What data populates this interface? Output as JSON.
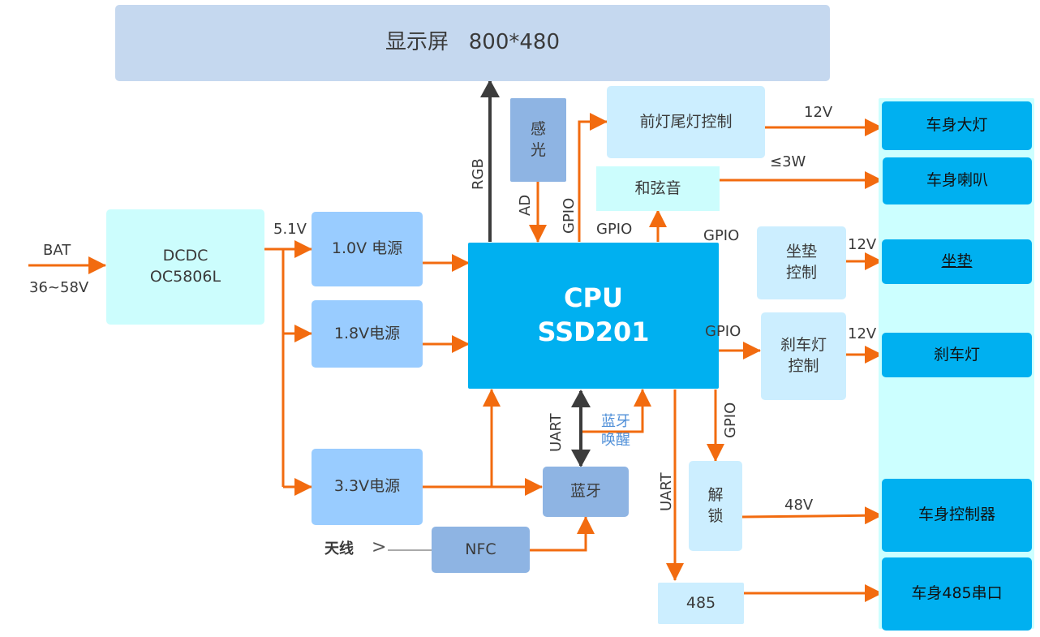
{
  "diagram": {
    "display": {
      "label": "显示屏   800*480"
    },
    "power_input": {
      "source": "BAT",
      "range": "36~58V"
    },
    "dcdc": {
      "label": "DCDC\nOC5806L",
      "output": "5.1V"
    },
    "power_supplies": [
      {
        "label": "1.0V 电源"
      },
      {
        "label": "1.8V电源"
      },
      {
        "label": "3.3V电源"
      }
    ],
    "cpu": {
      "label": "CPU\nSSD201"
    },
    "sensor": {
      "label": "感\n光",
      "signal": "AD"
    },
    "bluetooth": {
      "label": "蓝牙",
      "link": "UART",
      "wake": "蓝牙\n唤醒"
    },
    "nfc": {
      "label": "NFC",
      "antenna": "天线",
      "antenna_symbol": ">"
    },
    "rgb_link": "RGB",
    "controllers": {
      "headlight": {
        "label": "前灯尾灯控制",
        "signal": "GPIO",
        "output": "12V"
      },
      "horn": {
        "label": "和弦音",
        "signal": "GPIO",
        "output": "≤3W"
      },
      "seat": {
        "label": "坐垫\n控制",
        "signal": "GPIO",
        "output": "12V"
      },
      "brake": {
        "label": "刹车灯\n控制",
        "signal": "GPIO",
        "output": "12V"
      },
      "unlock": {
        "label": "解\n锁",
        "signal": "GPIO",
        "output": "48V"
      },
      "rs485": {
        "label": "485",
        "signal": "UART"
      }
    },
    "vehicle_outputs": [
      {
        "label": "车身大灯"
      },
      {
        "label": "车身喇叭"
      },
      {
        "label": "坐垫"
      },
      {
        "label": "刹车灯"
      },
      {
        "label": "车身控制器"
      },
      {
        "label": "车身485串口"
      }
    ],
    "colors": {
      "power_arrow": "#f26b0f",
      "data_arrow": "#3c3c3c",
      "cpu": "#00b0f0",
      "wake_text": "#4f8fd8"
    }
  }
}
